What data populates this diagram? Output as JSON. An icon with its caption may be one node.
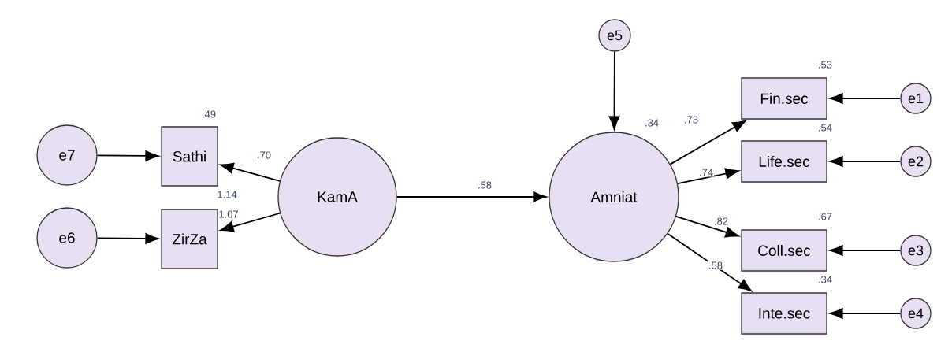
{
  "diagram": {
    "nodes": [
      {
        "text": [
          "e7"
        ]
      },
      {
        "text": [
          "Sathi"
        ],
        "beside": [
          ".49"
        ]
      },
      {
        "text": [
          "e6"
        ]
      },
      {
        "text": [
          "ZirZa"
        ]
      },
      {
        "text": [
          "KamA"
        ]
      },
      {
        "text": [
          "e5"
        ]
      },
      {
        "text": [
          "Amniat"
        ],
        "beside": [
          ".34"
        ]
      },
      {
        "text": [
          "Fin.sec"
        ],
        "beside": [
          ".53"
        ]
      },
      {
        "text": [
          "e1"
        ]
      },
      {
        "text": [
          "Life.sec"
        ],
        "beside": [
          ".54"
        ]
      },
      {
        "text": [
          "e2"
        ]
      },
      {
        "text": [
          "Coll.sec"
        ],
        "beside": [
          ".67"
        ]
      },
      {
        "text": [
          "e3"
        ]
      },
      {
        "text": [
          "Inte.sec"
        ],
        "beside": [
          ".34"
        ]
      },
      {
        "text": [
          "e4"
        ]
      }
    ],
    "edges": [
      {
        "from": 0,
        "to": 1,
        "arrow": "to"
      },
      {
        "from": 4,
        "to": 1,
        "arrow": "to",
        "label": ".70"
      },
      {
        "from": 2,
        "to": 3,
        "arrow": "to"
      },
      {
        "from": 4,
        "to": 3,
        "arrow": "to",
        "label": "1.07"
      },
      {
        "from": 4,
        "to": 6,
        "arrow": "to",
        "label": ".58"
      },
      {
        "from": 5,
        "to": 6,
        "arrow": "to"
      },
      {
        "from": 6,
        "to": 7,
        "arrow": "to",
        "label": ".73"
      },
      {
        "from": 6,
        "to": 9,
        "arrow": "to",
        "label": ".74"
      },
      {
        "from": 6,
        "to": 11,
        "arrow": "to",
        "label": ".82"
      },
      {
        "from": 6,
        "to": 13,
        "arrow": "to",
        "label": ".58"
      },
      {
        "from": 8,
        "to": 7,
        "arrow": "to"
      },
      {
        "from": 10,
        "to": 9,
        "arrow": "to"
      },
      {
        "from": 12,
        "to": 11,
        "arrow": "to"
      },
      {
        "from": 14,
        "to": 13,
        "arrow": "to"
      }
    ],
    "labels": [
      "1.14"
    ]
  }
}
